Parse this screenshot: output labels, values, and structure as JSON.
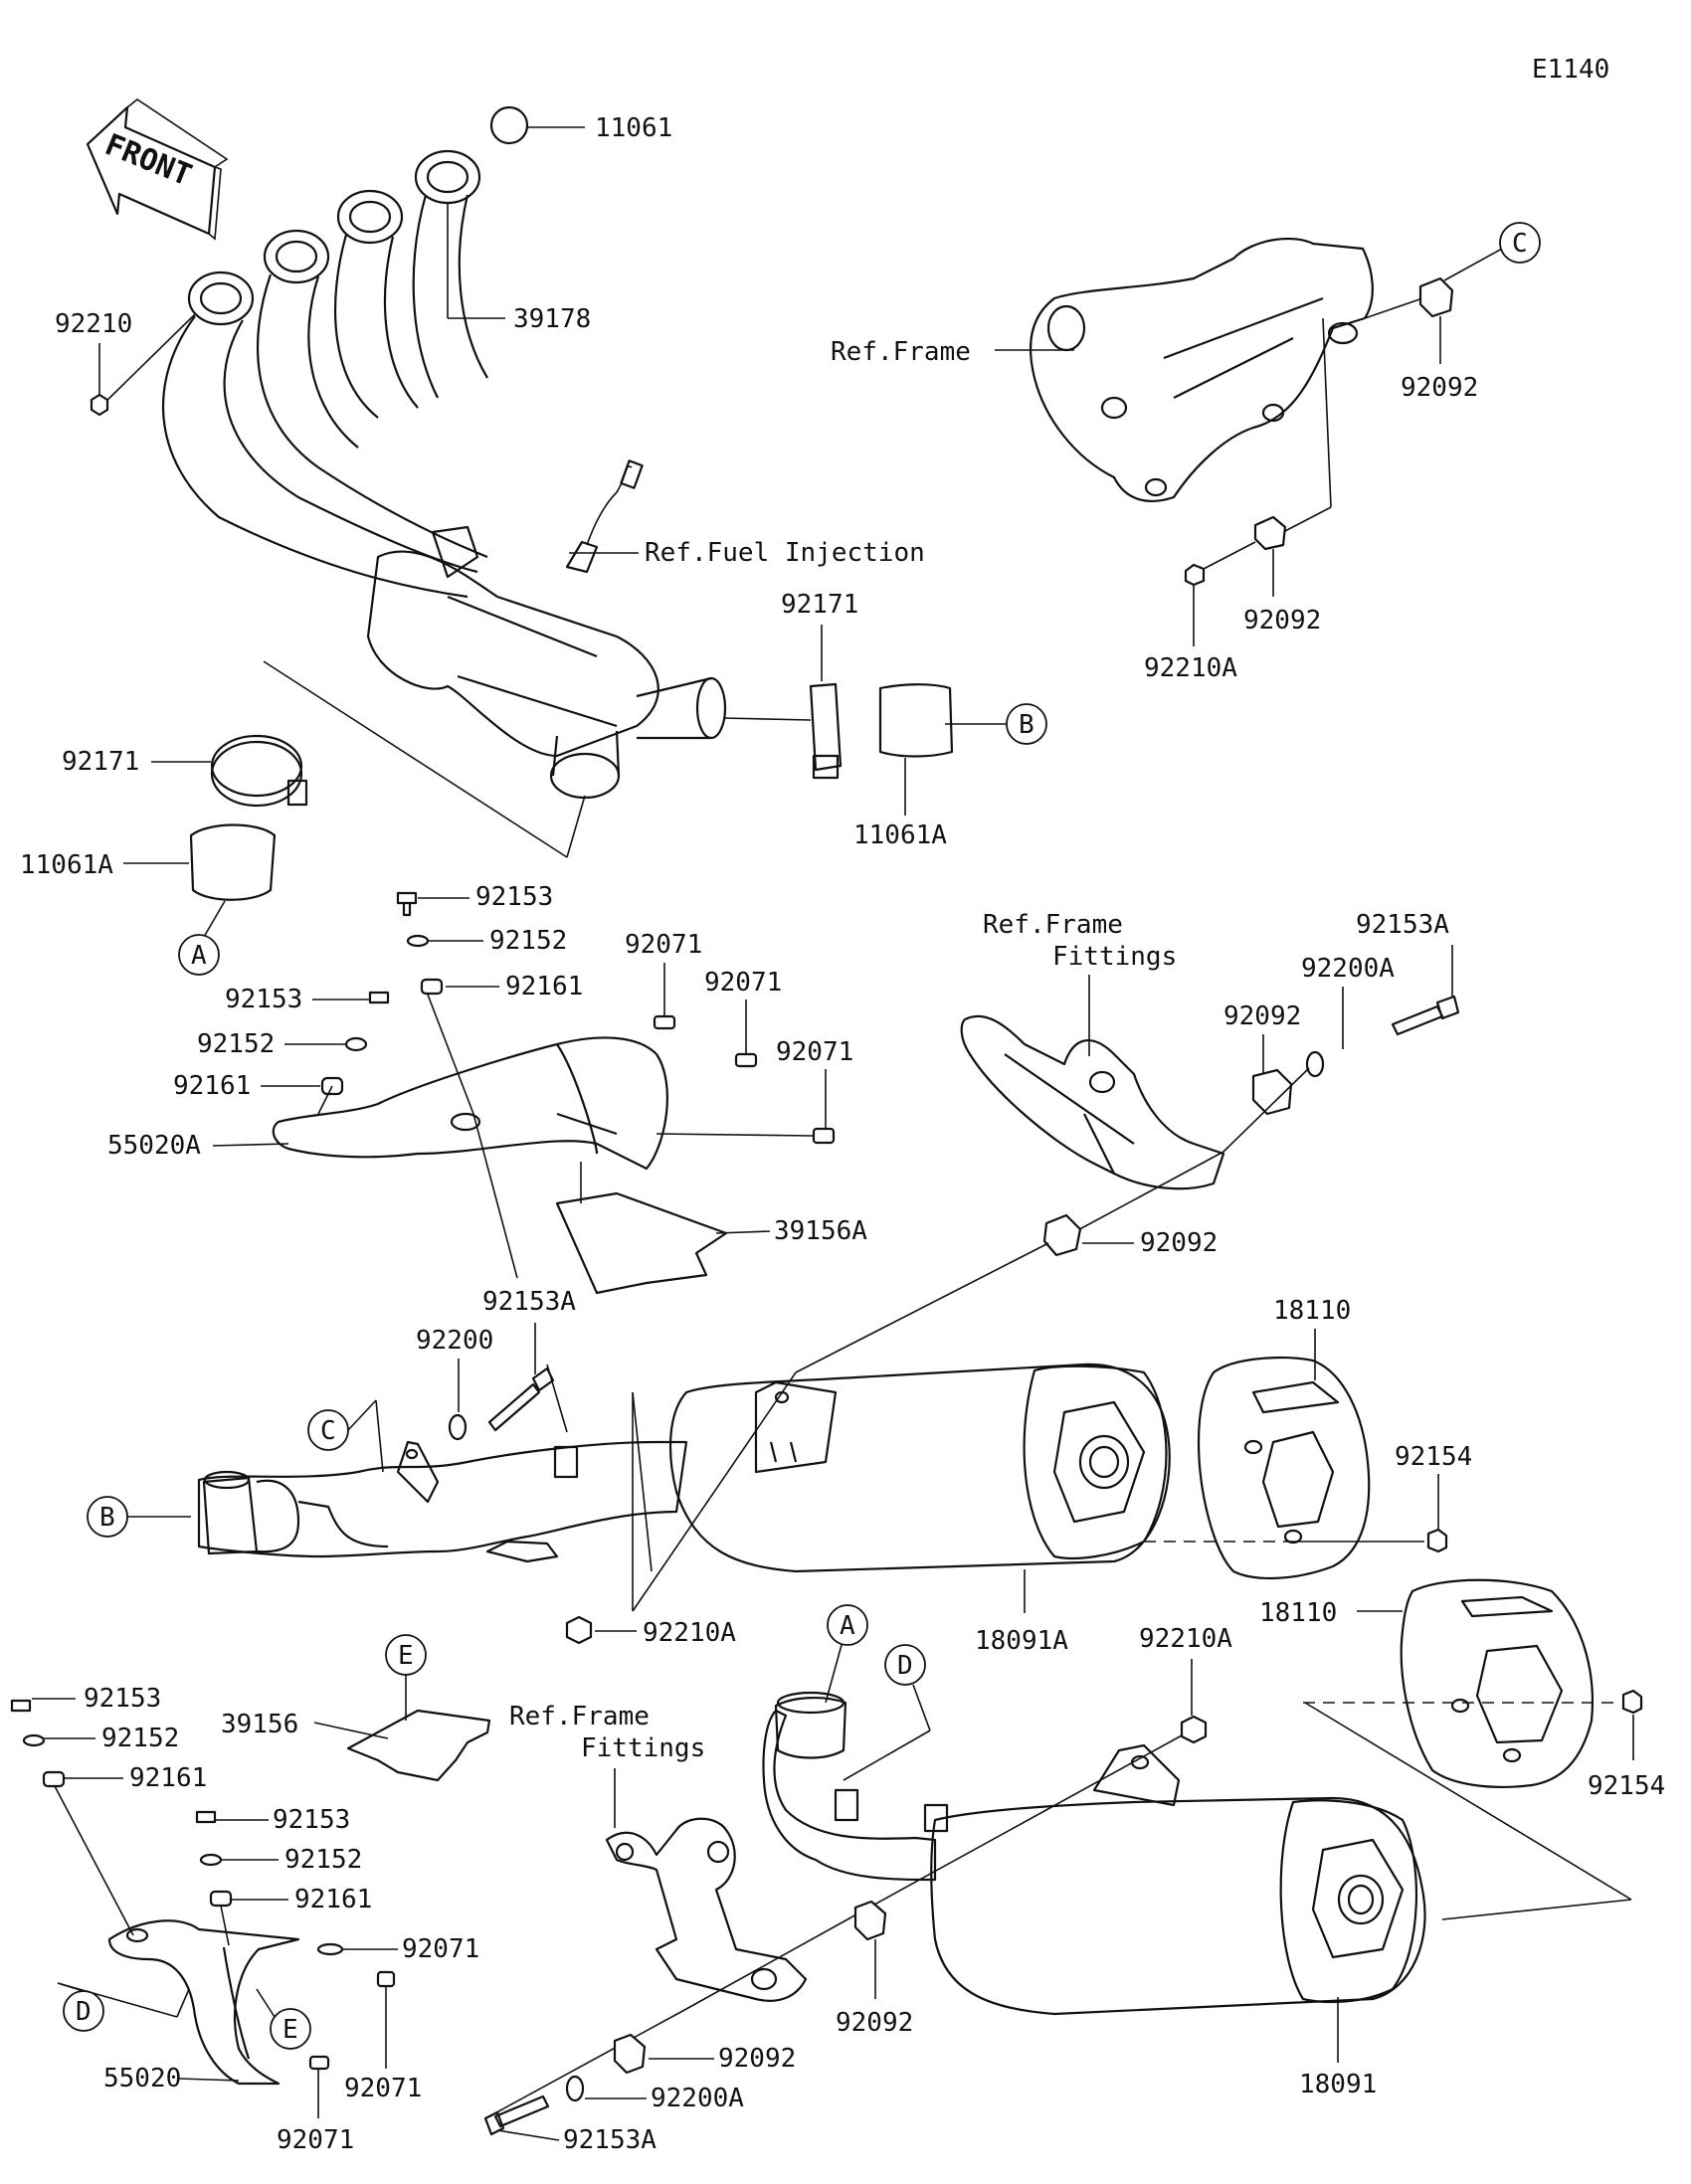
{
  "diagram_code": "E1140",
  "front_arrow": "FRONT",
  "refs": {
    "frame": "Ref.Frame",
    "fuel_injection": "Ref.Fuel Injection",
    "frame_fittings_1": "Ref.Frame",
    "frame_fittings_2": "Fittings"
  },
  "callouts": {
    "A": "A",
    "B": "B",
    "C": "C",
    "D": "D",
    "E": "E"
  },
  "parts": {
    "p11061": "11061",
    "p39178": "39178",
    "p92210": "92210",
    "p92092": "92092",
    "p92210A": "92210A",
    "p92171": "92171",
    "p11061A": "11061A",
    "p92153": "92153",
    "p92152": "92152",
    "p92161": "92161",
    "p92071": "92071",
    "p55020A": "55020A",
    "p39156A": "39156A",
    "p92153A": "92153A",
    "p92200A": "92200A",
    "p92200": "92200",
    "p18110": "18110",
    "p92154": "92154",
    "p18091A": "18091A",
    "p39156": "39156",
    "p55020": "55020",
    "p18091": "18091"
  }
}
